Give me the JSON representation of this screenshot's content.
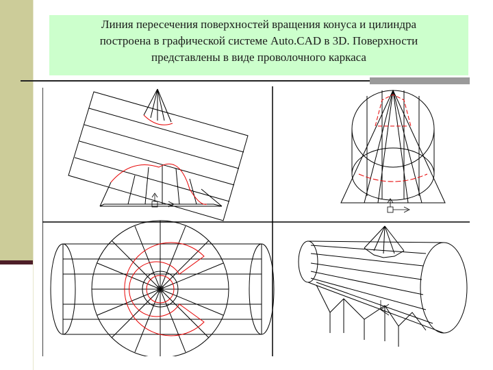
{
  "slide": {
    "title": "Линия пересечения  поверхностей вращения конуса и цилиндра\nпостроена в графической системе  Auto.CAD в 3D. Поверхности\nпредставлены в виде проволочного каркаса"
  },
  "colors": {
    "sidebar": "#cccc99",
    "sidebar_base": "#4d1e28",
    "title_background": "#ccffcc",
    "wireframe": "#000000",
    "intersection_curve": "#e60000",
    "rule_accent": "#9a9a9a"
  },
  "viewports": [
    {
      "id": "front-view"
    },
    {
      "id": "side-view"
    },
    {
      "id": "top-view"
    },
    {
      "id": "isometric-view"
    }
  ]
}
